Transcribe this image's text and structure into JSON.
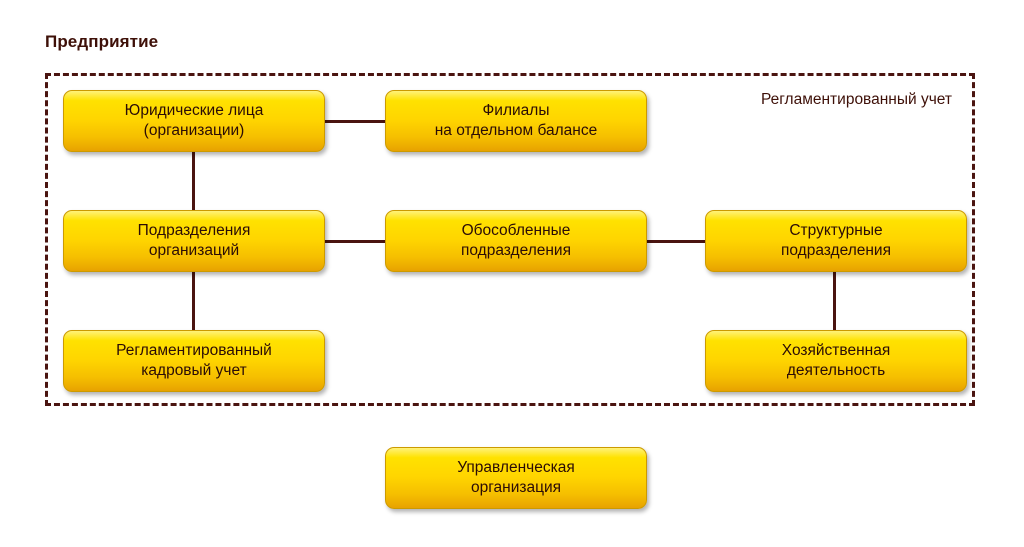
{
  "diagram": {
    "title": "Предприятие",
    "background_color": "#FFFFFF",
    "accent_color": "#FFD500",
    "line_color": "#4A1410",
    "border_color": "#CC9A00",
    "group": {
      "label": "Регламентированный\nучет",
      "border_style": "dashed"
    },
    "nodes": {
      "legal_entities": "Юридические лица\n(организации)",
      "branches": "Филиалы\nна отдельном балансе",
      "org_divisions": "Подразделения\nорганизаций",
      "separate_divisions": "Обособленные\nподразделения",
      "structural_divisions": "Структурные\nподразделения",
      "regulated_hr": "Регламентированный\nкадровый учет",
      "economic_activity": "Хозяйственная\nдеятельность",
      "management_org": "Управленческая\nорганизация"
    }
  }
}
